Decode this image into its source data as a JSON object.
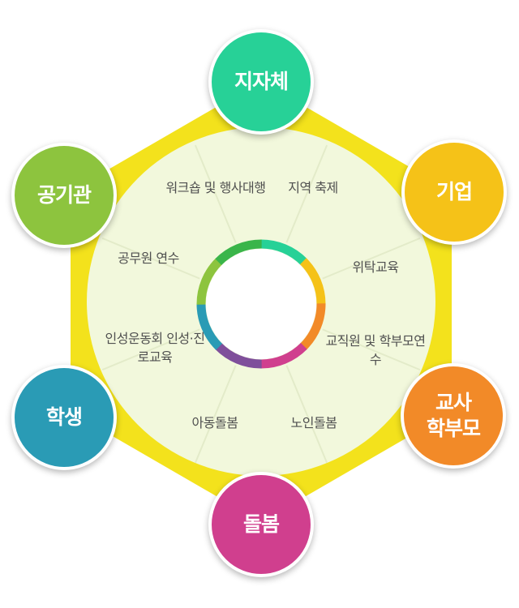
{
  "nodes": {
    "top": {
      "label": "지자체",
      "color": "#27d197"
    },
    "top_right": {
      "label": "기업",
      "color": "#f5c218"
    },
    "bottom_right": {
      "label": "교사\n학부모",
      "color": "#f28a28"
    },
    "bottom": {
      "label": "돌봄",
      "color": "#d03f8e"
    },
    "bottom_left": {
      "label": "학생",
      "color": "#2a9bb5"
    },
    "top_left": {
      "label": "공기관",
      "color": "#8dc43e"
    }
  },
  "segments": {
    "workshop": "워크숍 및\n행사대행",
    "festival": "지역\n축제",
    "training": "위탁교육",
    "teacher": "교직원 및\n학부모연수",
    "elderly": "노인돌봄",
    "child": "아동돌봄",
    "character": "인성운동회\n인성·진로교육",
    "official": "공무원\n연수"
  },
  "colors": {
    "hexagon": "#f3e21c",
    "inner_disc": "#f2f8dc",
    "ring": [
      "#27d197",
      "#f5c218",
      "#f28a28",
      "#d03f8e",
      "#7f4f9b",
      "#2a9bb5",
      "#8dc43e",
      "#3ab54a"
    ]
  }
}
